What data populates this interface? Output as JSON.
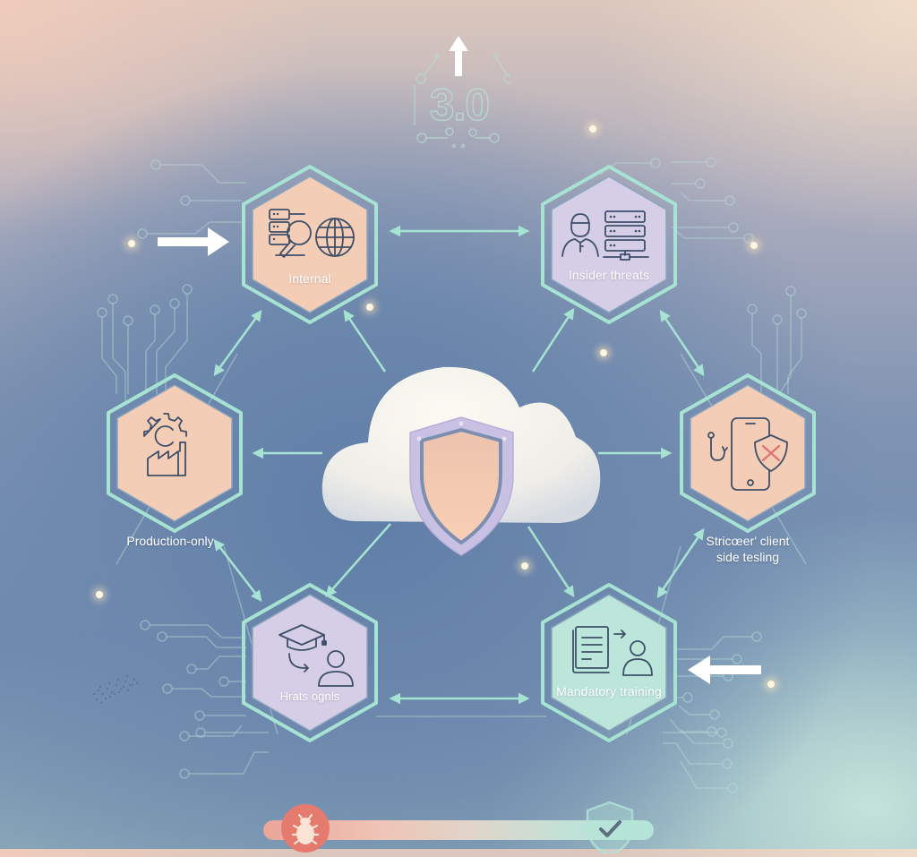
{
  "diagram": {
    "version_badge": {
      "text": "3.0",
      "arrow": "up-arrow-icon"
    },
    "center": {
      "icon": "cloud-shield-icon",
      "label": ""
    },
    "nodes": [
      {
        "id": "internal",
        "label": "Internal",
        "icon": "server-search-globe-icon",
        "fill": "#f4cdb6",
        "position": "top-left"
      },
      {
        "id": "insider",
        "label": "Insider threats",
        "icon": "person-server-icon",
        "fill": "#d6cde6",
        "position": "top-right"
      },
      {
        "id": "production",
        "label": "Production-only",
        "icon": "gear-factory-icon",
        "fill": "#f4cdb6",
        "position": "middle-left"
      },
      {
        "id": "client",
        "label_line1": "Stricœer' client",
        "label_line2": "side tesling",
        "icon": "phishing-phone-shield-icon",
        "fill": "#f4cdb6",
        "position": "middle-right"
      },
      {
        "id": "graduate",
        "label": "Hrats ognls",
        "icon": "graduation-cap-user-icon",
        "fill": "#d6cde6",
        "position": "bottom-left"
      },
      {
        "id": "training",
        "label": "Mandatory training",
        "icon": "document-user-icon",
        "fill": "#bde6da",
        "position": "bottom-right"
      }
    ],
    "progress_bar": {
      "start_icon": "bug-icon",
      "end_icon": "shield-check-icon",
      "start_color": "#e57a6e",
      "end_color": "#b2e4d8"
    },
    "colors": {
      "connector": "#a6e3d3",
      "hex_border": "#a6e3d3",
      "icon_stroke": "#3e4f6a",
      "shield_fill": "#f4c8ae",
      "shield_border": "#c6c0e4"
    }
  }
}
